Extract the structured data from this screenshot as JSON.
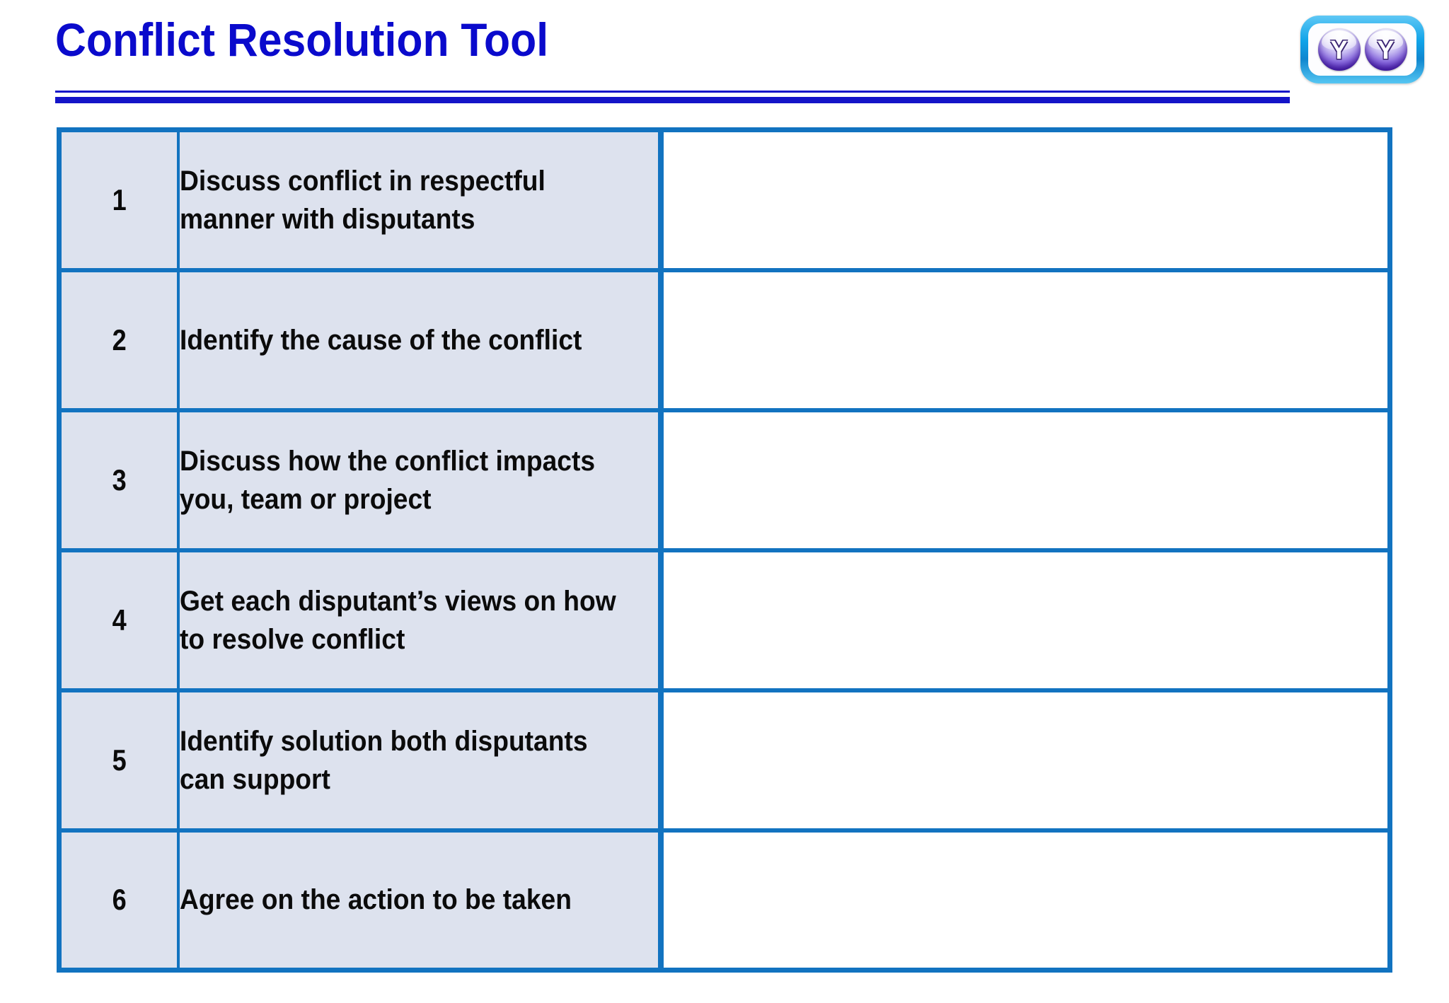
{
  "header": {
    "title": "Conflict Resolution Tool",
    "rule_color": "#1414C8",
    "title_color": "#0A0ACC"
  },
  "logo": {
    "name": "double-y-logo",
    "orbs": [
      {
        "letter": "Y"
      },
      {
        "letter": "Y"
      }
    ],
    "frame_color": "#10A3E8",
    "orb_color": "#5A2FC4"
  },
  "table": {
    "border_color": "#1273C0",
    "row_fill": "#DDE2EE",
    "notes_fill": "#FFFFFF",
    "rows": [
      {
        "number": "1",
        "step": "Discuss conflict in respectful manner with disputants",
        "notes": ""
      },
      {
        "number": "2",
        "step": "Identify the cause of the conflict",
        "notes": ""
      },
      {
        "number": "3",
        "step": "Discuss how the conflict impacts you, team or project",
        "notes": ""
      },
      {
        "number": "4",
        "step": "Get each disputant’s views on how to resolve conflict",
        "notes": ""
      },
      {
        "number": "5",
        "step": "Identify solution both disputants can support",
        "notes": ""
      },
      {
        "number": "6",
        "step": "Agree on the action to be taken",
        "notes": ""
      }
    ]
  }
}
